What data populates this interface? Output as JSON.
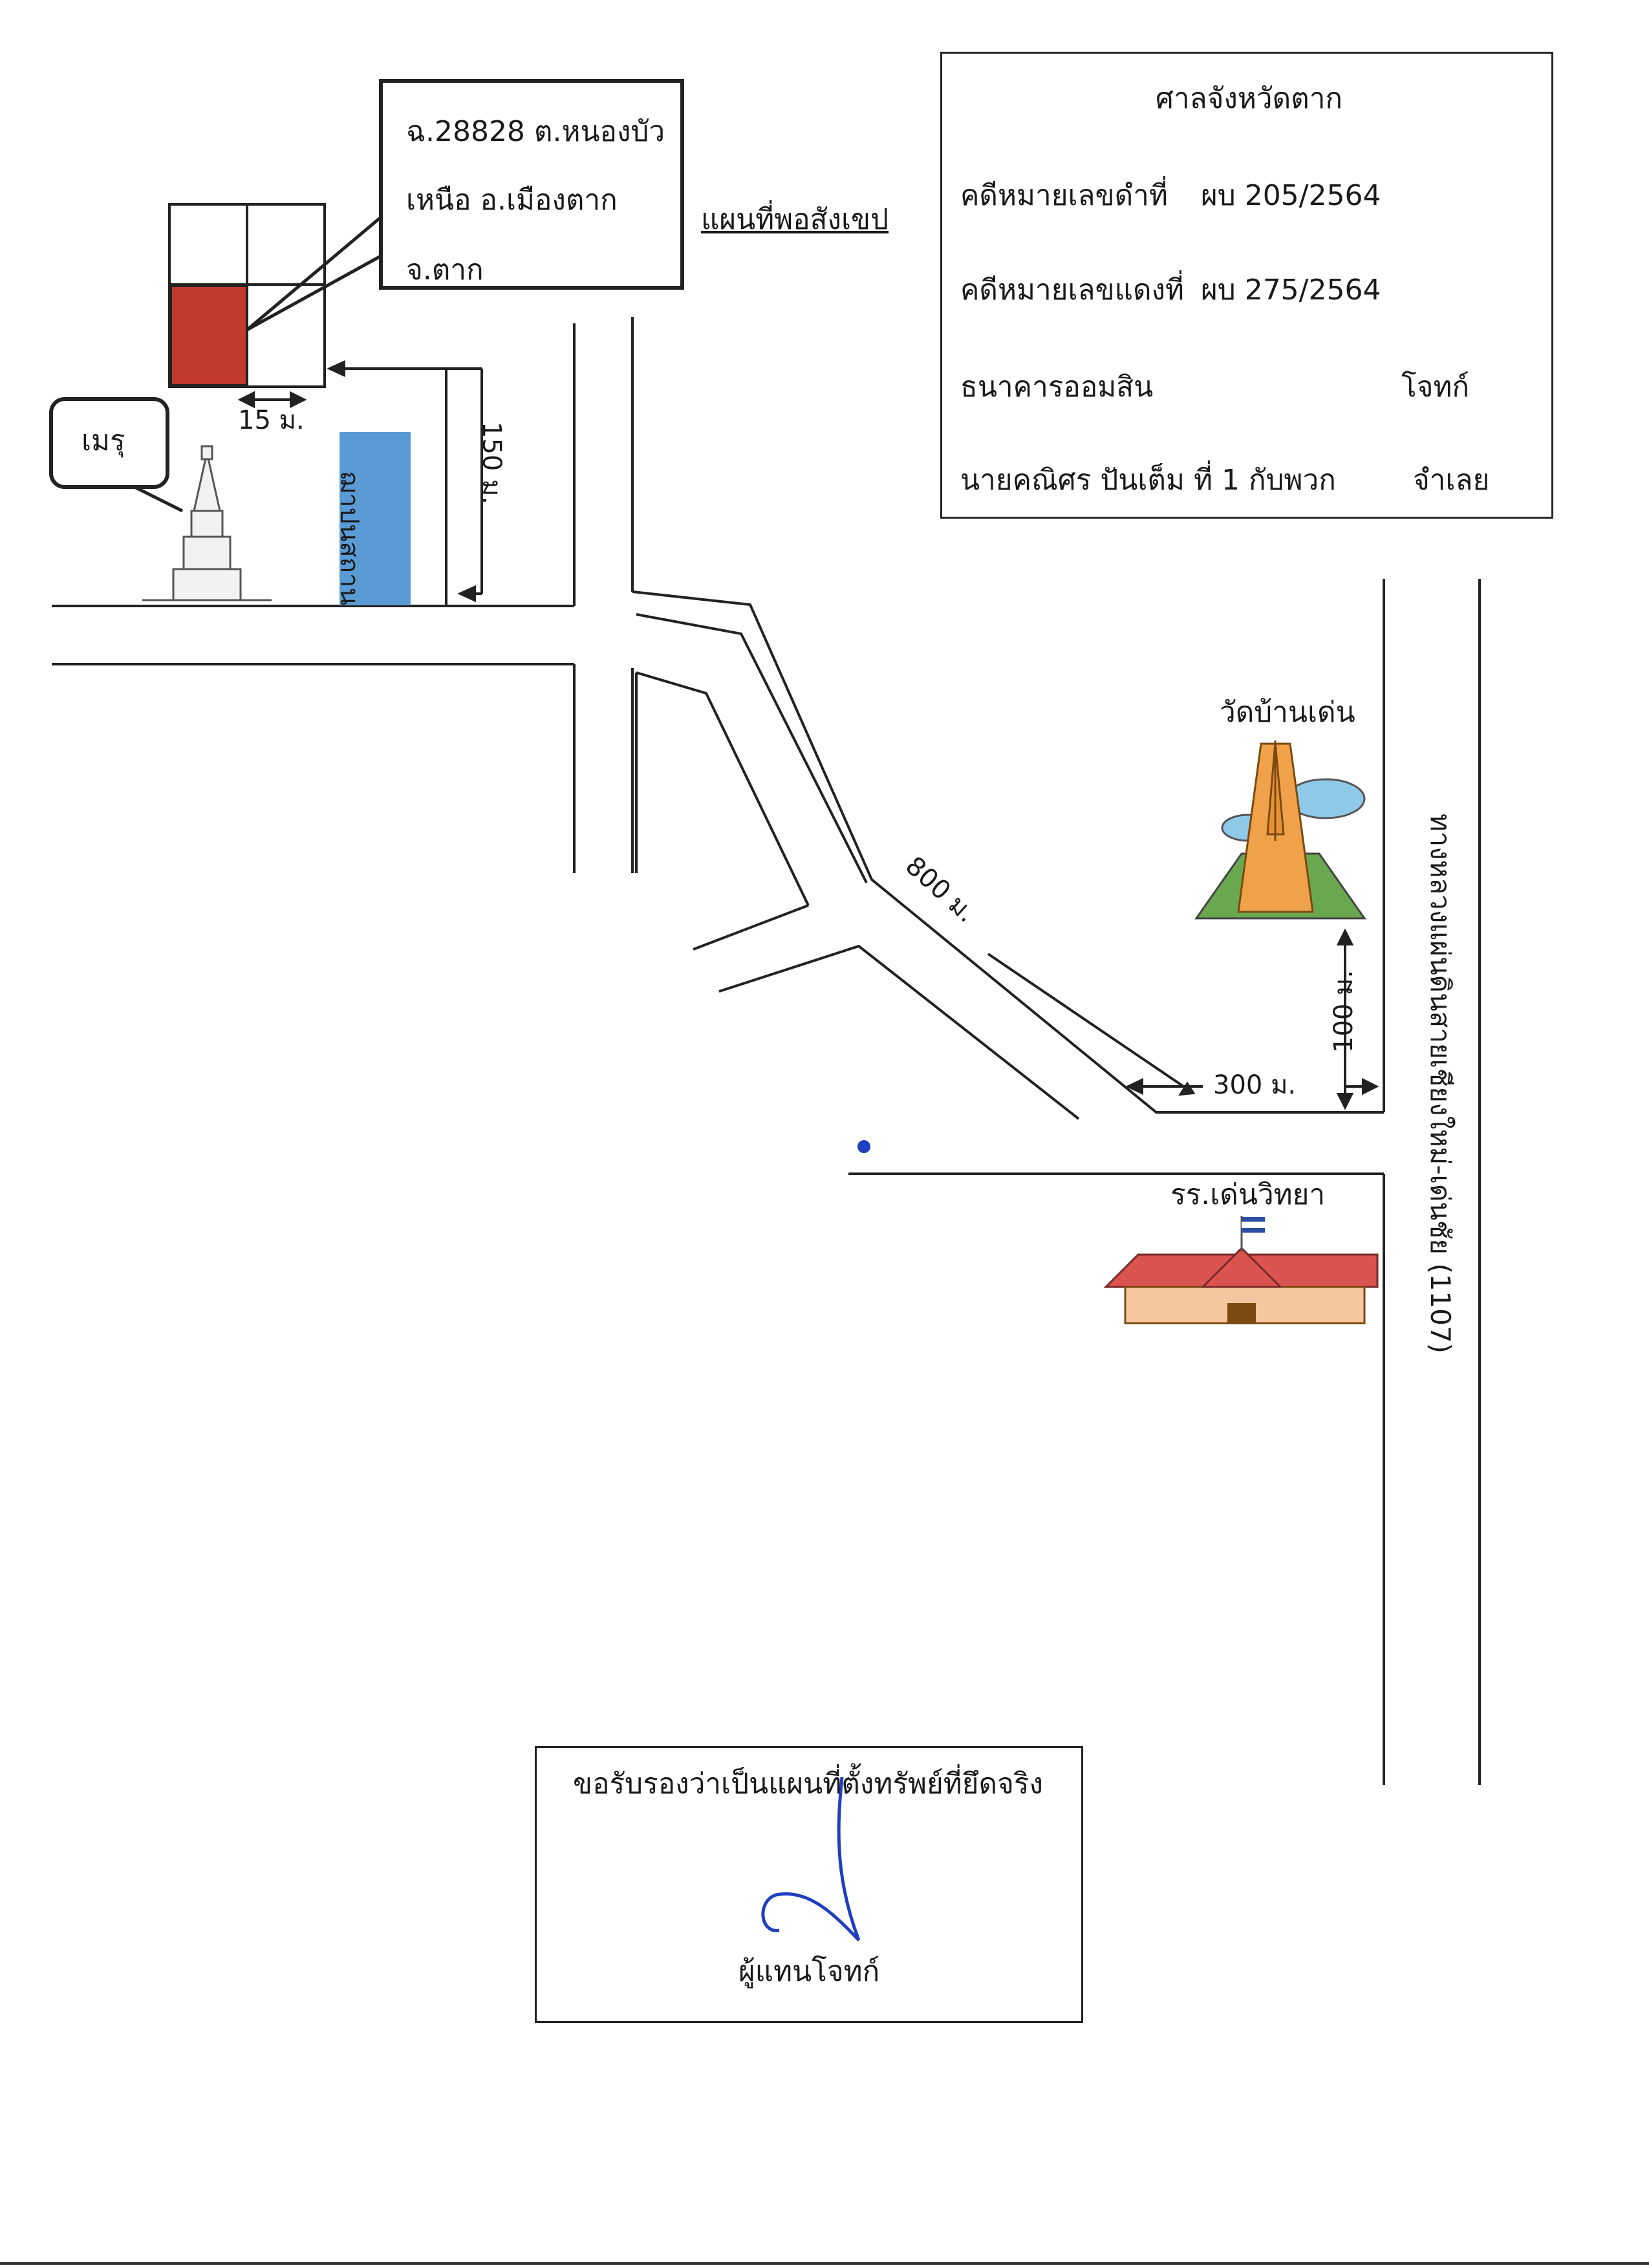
{
  "court_box": {
    "court_name": "ศาลจังหวัดตาก",
    "black_case_label": "คดีหมายเลขดำที่",
    "black_case_no": "ผบ 205/2564",
    "red_case_label": "คดีหมายเลขแดงที่",
    "red_case_no": "ผบ 275/2564",
    "plaintiff_name": "ธนาคารออมสิน",
    "plaintiff_role": "โจทก์",
    "defendant_name": "นายคณิศร ปันเต็ม ที่ 1 กับพวก",
    "defendant_role": "จำเลย"
  },
  "map_title": "แผนที่พอสังเขป",
  "property_callout": {
    "line1": "ฉ.28828 ต.หนองบัว",
    "line2": "เหนือ อ.เมืองตาก",
    "line3": "จ.ตาก"
  },
  "landmarks": {
    "meru_label": "เมรุ",
    "cemetery_label": "ฌาปนสถาน",
    "temple_label": "วัดบ้านเด่น",
    "school_label": "รร.เด่นวิทยา",
    "highway_label": "ทางหลวงแผ่นดินสายเชียงใหม่-เด่นชัย (1107)"
  },
  "distances": {
    "d15": "15 ม.",
    "d150": "150 ม.",
    "d800": "800 ม.",
    "d300": "300 ม.",
    "d100": "100 ม."
  },
  "certification": {
    "statement": "ขอรับรองว่าเป็นแผนที่ตั้งทรัพย์ที่ยึดจริง",
    "signer_role": "ผู้แทนโจทก์"
  },
  "colors": {
    "property_fill": "#c0392b",
    "cemetery_fill": "#5b9bd5",
    "signature_ink": "#1f3fbf",
    "line": "#222222"
  }
}
